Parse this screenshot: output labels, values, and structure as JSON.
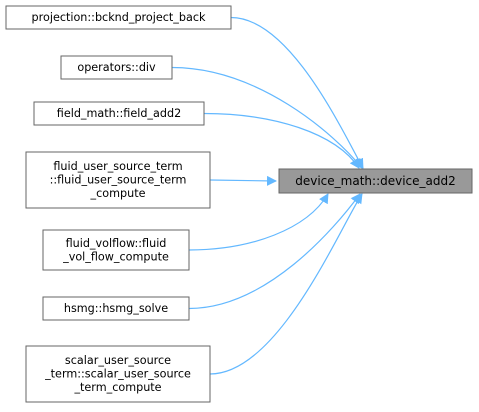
{
  "graph": {
    "target": {
      "lines": [
        "device_math::device_add2"
      ],
      "fill": "#999999",
      "stroke": "#666666"
    },
    "callers": [
      {
        "id": "projection",
        "lines": [
          "projection::bcknd_project_back"
        ]
      },
      {
        "id": "operators",
        "lines": [
          "operators::div"
        ]
      },
      {
        "id": "field-math",
        "lines": [
          "field_math::field_add2"
        ]
      },
      {
        "id": "fluid-user-source-term",
        "lines": [
          "fluid_user_source_term",
          "::fluid_user_source_term",
          "_compute"
        ]
      },
      {
        "id": "fluid-volflow",
        "lines": [
          "fluid_volflow::fluid",
          "_vol_flow_compute"
        ]
      },
      {
        "id": "hsmg",
        "lines": [
          "hsmg::hsmg_solve"
        ]
      },
      {
        "id": "scalar-user-source-term",
        "lines": [
          "scalar_user_source",
          "_term::scalar_user_source",
          "_term_compute"
        ]
      }
    ],
    "node_fill": "#ffffff",
    "node_stroke": "#666666",
    "edge_color": "#63b8ff",
    "text_color": "#000000"
  }
}
